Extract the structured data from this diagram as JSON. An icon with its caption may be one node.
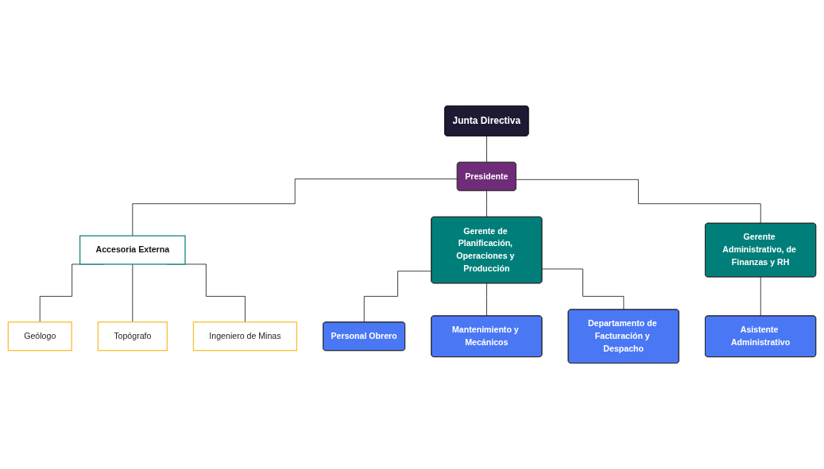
{
  "diagram": {
    "nodes": [
      {
        "text": [
          "Junta Directiva"
        ]
      },
      {
        "text": [
          "Presidente"
        ]
      },
      {
        "text": [
          "Geólogo"
        ]
      },
      {
        "text": [
          "Topógrafo"
        ]
      },
      {
        "text": [
          "Accesoria Externa"
        ]
      },
      {
        "text": [
          "Ingeniero de Minas"
        ]
      },
      {
        "text": [
          "Gerente de Planificación, Operaciones y Producción"
        ]
      },
      {
        "text": [
          "Gerente Administrativo, de Finanzas y RH"
        ]
      },
      {
        "text": [
          "Personal Obrero"
        ]
      },
      {
        "text": [
          "Mantenimiento y Mecánicos"
        ]
      },
      {
        "text": [
          "Departamento de Facturación y Despacho"
        ]
      },
      {
        "text": [
          "Asistente Administrativo"
        ]
      }
    ],
    "edges": [
      {
        "from": 0,
        "to": 1,
        "arrow": "none"
      },
      {
        "from": 1,
        "to": 4,
        "arrow": "none"
      },
      {
        "from": 1,
        "to": 6,
        "arrow": "none"
      },
      {
        "from": 1,
        "to": 7,
        "arrow": "none"
      },
      {
        "from": 4,
        "to": 2,
        "arrow": "none"
      },
      {
        "from": 4,
        "to": 3,
        "arrow": "none"
      },
      {
        "from": 4,
        "to": 5,
        "arrow": "none"
      },
      {
        "from": 6,
        "to": 8,
        "arrow": "none"
      },
      {
        "from": 6,
        "to": 9,
        "arrow": "none"
      },
      {
        "from": 6,
        "to": 10,
        "arrow": "none"
      },
      {
        "from": 7,
        "to": 11,
        "arrow": "none"
      }
    ]
  }
}
